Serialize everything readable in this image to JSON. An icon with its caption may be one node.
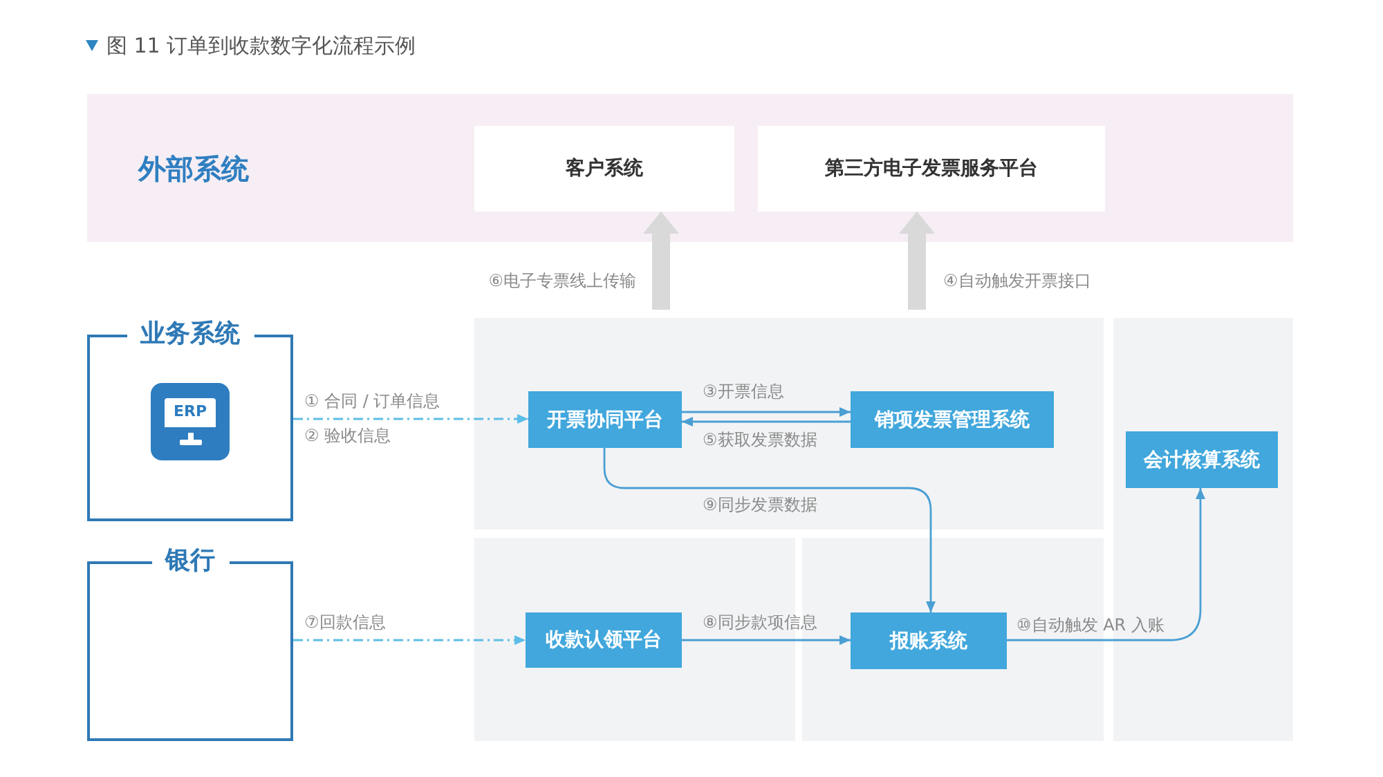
{
  "diagram": {
    "title": "图 11 订单到收款数字化流程示例",
    "nodes": [
      {
        "text": [
          "外部系统"
        ]
      },
      {
        "text": [
          "客户系统"
        ],
        "in": 0
      },
      {
        "text": [
          "第三方电子发票服务平台"
        ],
        "in": 0
      },
      {
        "text": [
          "业务系统"
        ]
      },
      {
        "text": [
          "ERP"
        ],
        "in": 3
      },
      {
        "text": [
          "开票协同平台"
        ]
      },
      {
        "text": [
          "销项发票管理系统"
        ]
      },
      {
        "text": [
          "会计核算系统"
        ]
      },
      {
        "text": [
          "银行"
        ]
      },
      {
        "text": [
          "收款认领平台"
        ]
      },
      {
        "text": [
          "报账系统"
        ]
      }
    ],
    "edges": [
      {
        "from": 3,
        "to": 5,
        "arrow": "to",
        "label": "① 合同 / 订单信息",
        "style": "dashed",
        "color": "#5cbde8"
      },
      {
        "from": 5,
        "to": 6,
        "arrow": "to",
        "label": "③开票信息"
      },
      {
        "from": null,
        "to": 2,
        "arrow": "to",
        "label": "④自动触发开票接口",
        "style": "thick",
        "color": "#d9d9d9"
      },
      {
        "from": 6,
        "to": 5,
        "arrow": "to",
        "label": "⑤获取发票数据"
      },
      {
        "from": null,
        "to": 1,
        "arrow": "to",
        "label": "⑥电子专票线上传输",
        "style": "thick",
        "color": "#d9d9d9"
      },
      {
        "from": 8,
        "to": 9,
        "arrow": "to",
        "label": "⑦回款信息",
        "style": "dashed",
        "color": "#5cbde8"
      },
      {
        "from": 9,
        "to": 10,
        "arrow": "to",
        "label": "⑧同步款项信息"
      },
      {
        "from": 5,
        "to": 10,
        "arrow": "to",
        "label": "⑨同步发票数据"
      },
      {
        "from": 10,
        "to": 7,
        "arrow": "to",
        "label": "⑩自动触发 AR 入账"
      }
    ],
    "labels": [
      "② 验收信息"
    ]
  }
}
